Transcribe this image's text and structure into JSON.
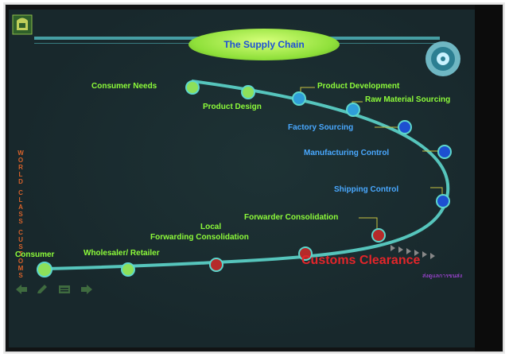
{
  "slide": {
    "title": "The Supply Chain",
    "vertical_text": [
      "W",
      "O",
      "R",
      "L",
      "D",
      "",
      "C",
      "L",
      "A",
      "S",
      "S",
      "",
      "C",
      "U",
      "S",
      "T",
      "O",
      "M",
      "S"
    ],
    "customs_label": "Customs Clearance",
    "thai_note": "ส่งดูแลการขนส่ง"
  },
  "stages": [
    {
      "name": "Consumer Needs",
      "color": "green"
    },
    {
      "name": "Product Design",
      "color": "green"
    },
    {
      "name": "Product Development",
      "color": "green"
    },
    {
      "name": "Raw Material Sourcing",
      "color": "green"
    },
    {
      "name": "Factory Sourcing",
      "color": "blue"
    },
    {
      "name": "Manufacturing Control",
      "color": "blue"
    },
    {
      "name": "Shipping Control",
      "color": "blue"
    },
    {
      "name": "Forwarder Consolidation",
      "color": "green"
    },
    {
      "name": "Local",
      "color": "green"
    },
    {
      "name": "Forwarding Consolidation",
      "color": "green"
    },
    {
      "name": "Wholesaler/ Retailer",
      "color": "green"
    },
    {
      "name": "Consumer",
      "color": "green"
    }
  ],
  "nav": [
    "arrow-left-icon",
    "pencil-icon",
    "menu-icon",
    "arrow-right-icon"
  ],
  "colors": {
    "green": "#8dfc3a",
    "blue": "#49a8ff",
    "red": "#e03a3a",
    "track": "#4fc7c0"
  }
}
